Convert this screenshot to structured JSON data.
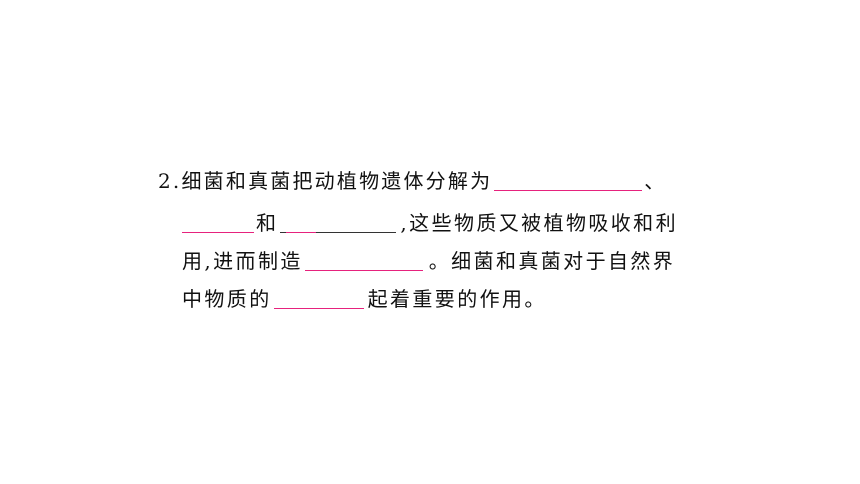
{
  "question": {
    "number": "2.",
    "line1_text": "细菌和真菌把动植物遗体分解为",
    "line1_end": "、",
    "line2_and": "和",
    "line2_text": ",这些物质又被植物吸收和利",
    "line3_start": "用,进而制造",
    "line3_end": "。细菌和真菌对于自然界",
    "line4_start": "中物质的",
    "line4_end": "起着重要的作用。"
  },
  "colors": {
    "blank_line": "#e6227d",
    "text": "#111111"
  }
}
